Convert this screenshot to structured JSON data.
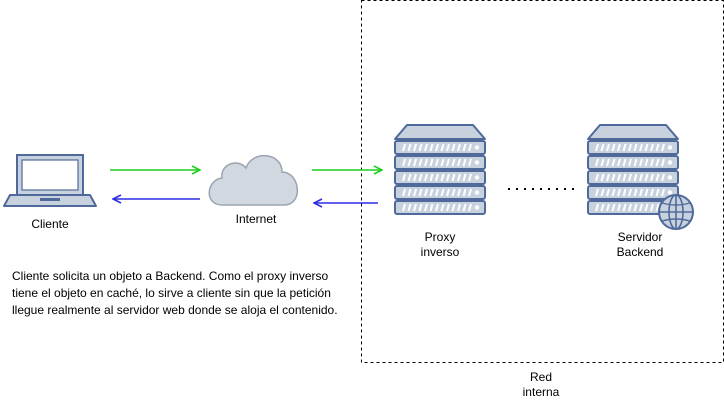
{
  "nodes": {
    "client": "Cliente",
    "internet": "Internet",
    "proxy": {
      "line1": "Proxy",
      "line2": "inverso"
    },
    "backend": {
      "line1": "Servidor",
      "line2": "Backend"
    }
  },
  "region": {
    "line1": "Red",
    "line2": "interna"
  },
  "description": "Cliente solicita un objeto a Backend. Como el proxy inverso tiene el objeto en caché, lo sirve a cliente sin que la petición llegue realmente al servidor web donde se aloja el contenido.",
  "colors": {
    "request_arrow": "#1fcf1f",
    "response_arrow": "#2d2de6",
    "icon_fill": "#c8d2de",
    "icon_stroke": "#4f6a9a",
    "cloud_fill": "#d2d8df",
    "cloud_stroke": "#9aa4b0"
  },
  "icons": {
    "client": "laptop-icon",
    "internet": "cloud-icon",
    "proxy": "server-icon",
    "backend": "web-server-icon"
  }
}
